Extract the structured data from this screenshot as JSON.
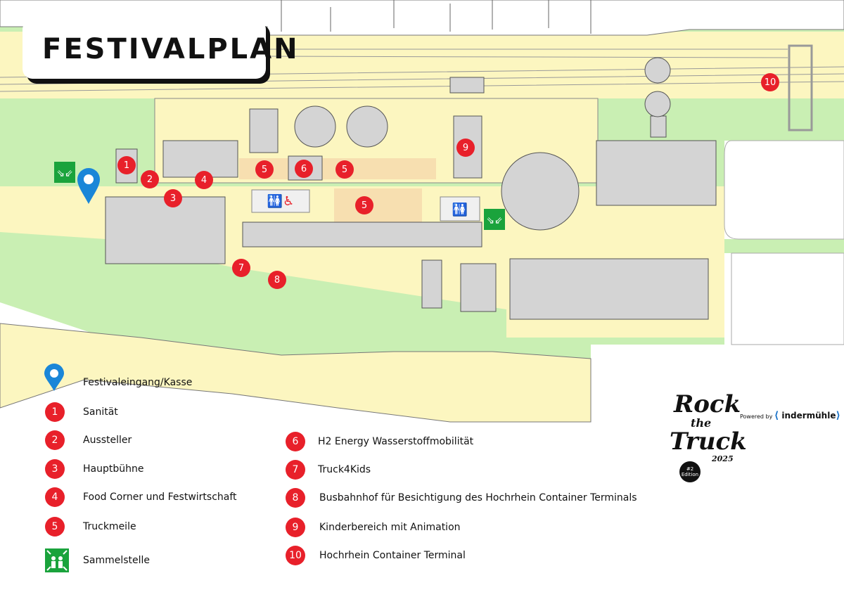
{
  "title": "FESTIVALPLAN",
  "markers": [
    {
      "n": "1"
    },
    {
      "n": "2"
    },
    {
      "n": "3"
    },
    {
      "n": "4"
    },
    {
      "n": "5"
    },
    {
      "n": "6"
    },
    {
      "n": "5"
    },
    {
      "n": "5"
    },
    {
      "n": "7"
    },
    {
      "n": "8"
    },
    {
      "n": "9"
    },
    {
      "n": "10"
    }
  ],
  "legend": {
    "entrance": "Festivaleingang/Kasse",
    "items_left": [
      {
        "n": "1",
        "label": "Sanität"
      },
      {
        "n": "2",
        "label": "Aussteller"
      },
      {
        "n": "3",
        "label": "Hauptbühne"
      },
      {
        "n": "4",
        "label": "Food Corner und Festwirtschaft"
      },
      {
        "n": "5",
        "label": "Truckmeile"
      }
    ],
    "assembly": "Sammelstelle",
    "items_right": [
      {
        "n": "6",
        "label": "H2 Energy Wasserstoffmobilität"
      },
      {
        "n": "7",
        "label": "Truck4Kids"
      },
      {
        "n": "8",
        "label": "Busbahnhof für Besichtigung des Hochrhein Container Terminals"
      },
      {
        "n": "9",
        "label": "Kinderbereich mit Animation"
      },
      {
        "n": "10",
        "label": "Hochrhein Container Terminal"
      }
    ]
  },
  "brand": {
    "rock": "Rock",
    "the": "the",
    "truck": "Truck",
    "year": "2025",
    "edition": "#2 Edition",
    "powered_by": "Powered by",
    "partner": "indermühle"
  },
  "colors": {
    "marker": "#e8202a",
    "pin": "#1a86d8",
    "assembly": "#1aa33c",
    "green": "#c9efb3",
    "yellow": "#fcf6c0",
    "building": "#d4d4d4"
  }
}
